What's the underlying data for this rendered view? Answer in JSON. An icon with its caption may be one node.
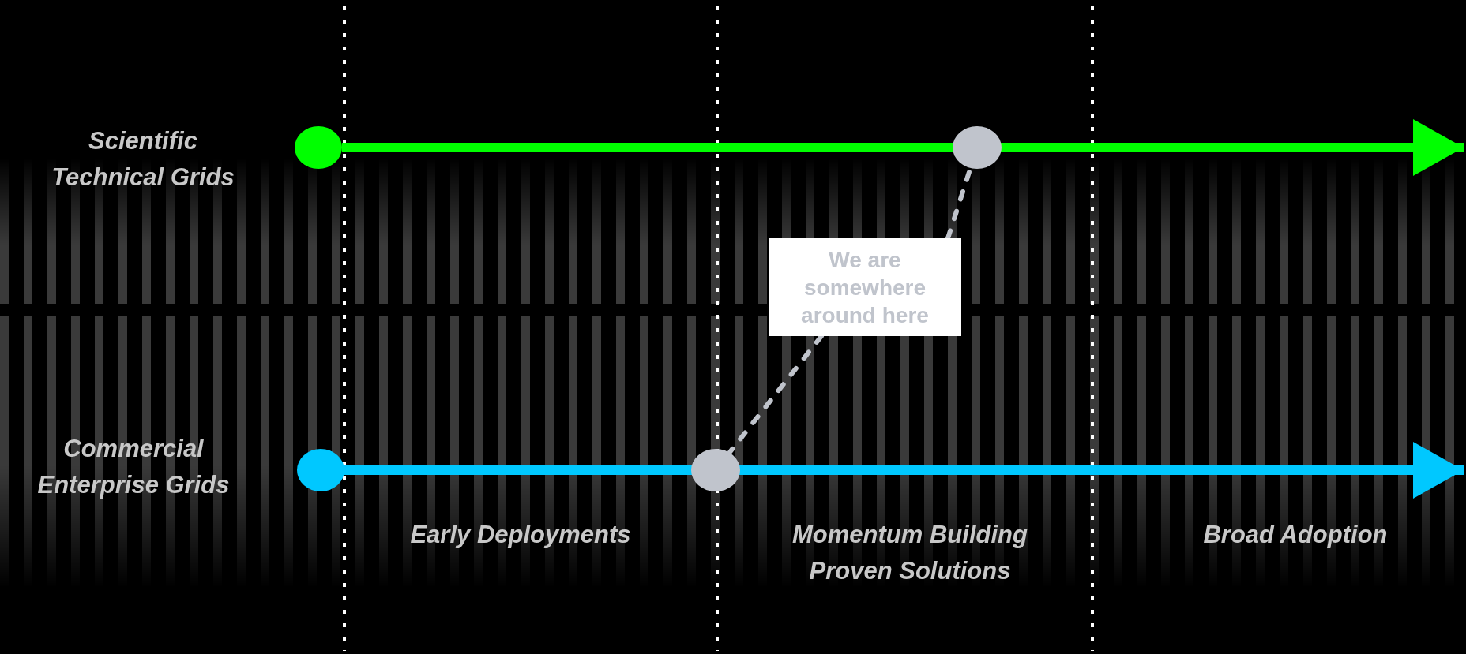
{
  "diagram": {
    "nodes": [
      {
        "text": [],
        "shape": "circle",
        "beside": [
          "Scientific Technical Grids"
        ]
      },
      {
        "text": [],
        "shape": "circle"
      },
      {
        "text": [],
        "shape": "circle",
        "beside": [
          "Commercial Enterprise Grids"
        ]
      },
      {
        "text": [],
        "shape": "circle"
      },
      {
        "text": [
          "We are somewhere around here"
        ]
      }
    ],
    "edges": [
      {
        "from": 0,
        "to": null,
        "arrow": "to",
        "style": "thick",
        "color": "#00ff00"
      },
      {
        "from": 2,
        "to": null,
        "arrow": "to",
        "style": "thick",
        "color": "#00c8ff"
      },
      {
        "from": 4,
        "to": 1,
        "arrow": "none",
        "style": "dashed",
        "color": "#c0c4cc"
      },
      {
        "from": 4,
        "to": 3,
        "arrow": "none",
        "style": "dashed",
        "color": "#c0c4cc"
      }
    ],
    "labels": [
      "Early Deployments",
      "Momentum Building Proven Solutions",
      "Broad Adoption"
    ]
  }
}
